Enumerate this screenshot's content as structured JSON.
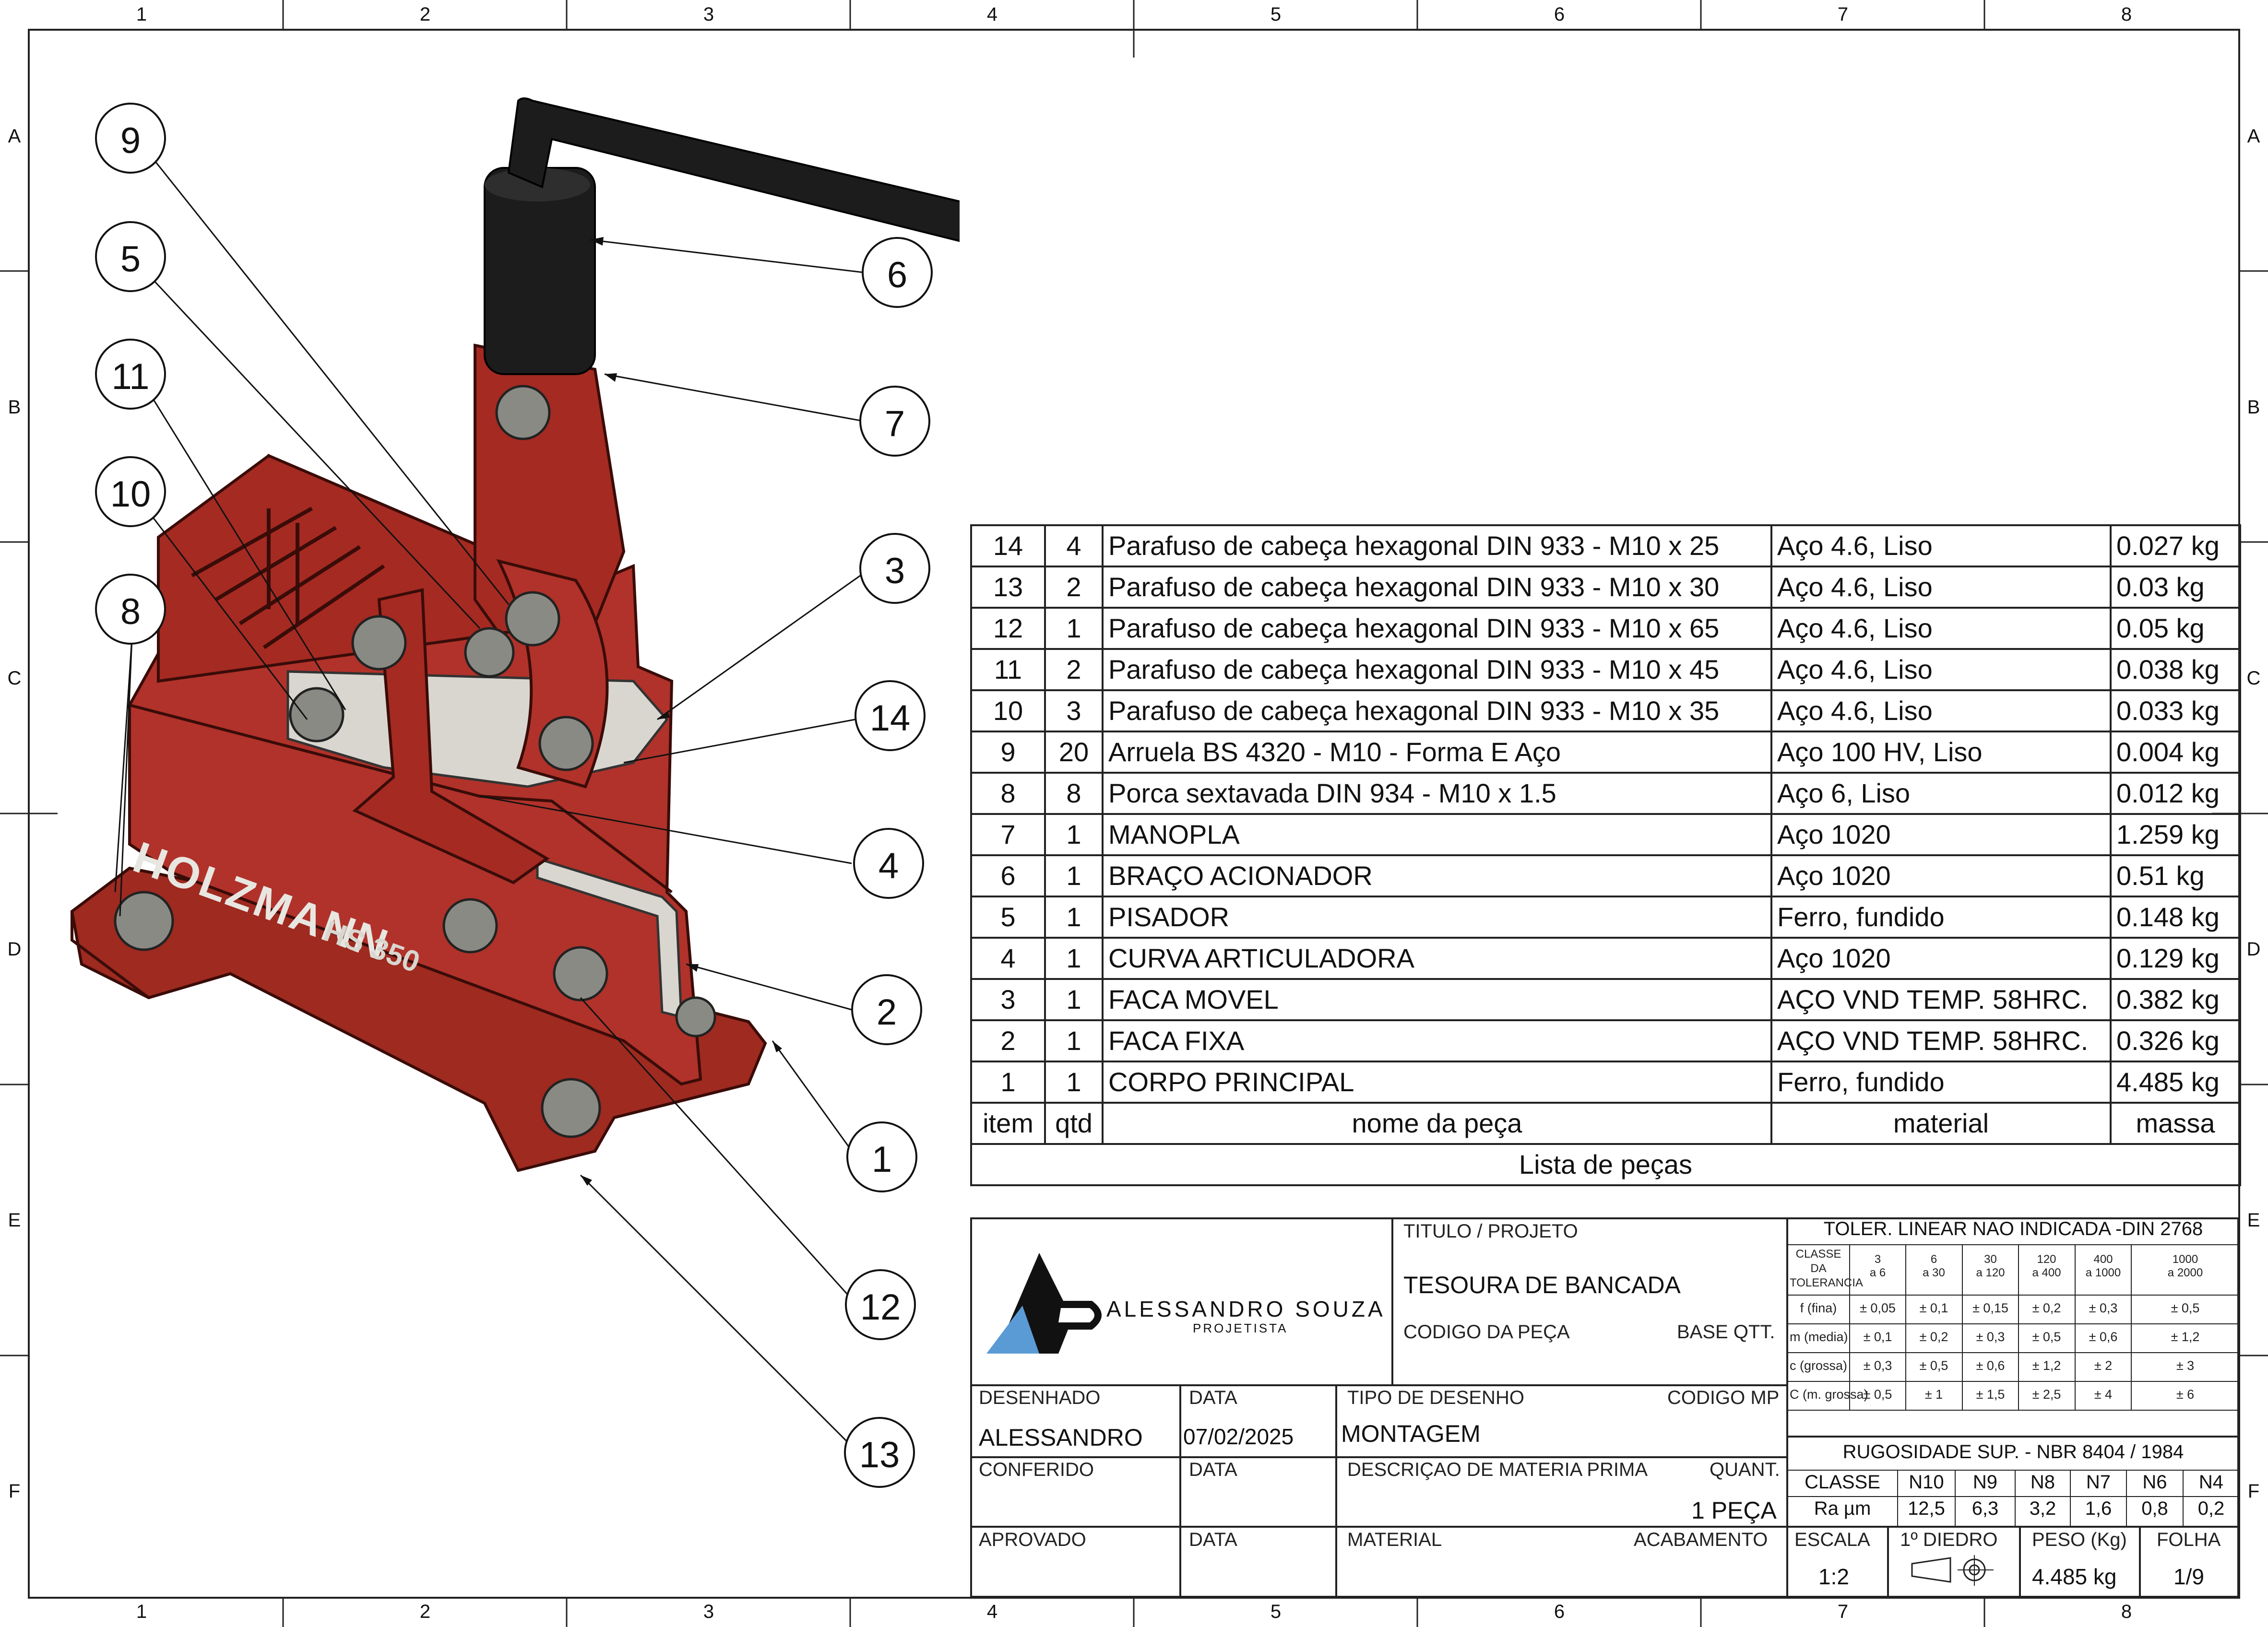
{
  "zones": {
    "columns": [
      "1",
      "2",
      "3",
      "4",
      "5",
      "6",
      "7",
      "8"
    ],
    "rows": [
      "A",
      "B",
      "C",
      "D",
      "E",
      "F"
    ]
  },
  "drawing": {
    "brand_mark": "HOLZMANN",
    "model_mark": "HS 350",
    "balloons": [
      "1",
      "2",
      "3",
      "4",
      "5",
      "6",
      "7",
      "8",
      "9",
      "10",
      "11",
      "12",
      "13",
      "14"
    ],
    "colors": {
      "body": "#a52a22",
      "handle": "#1c1c1c",
      "blade": "#d9d6cf",
      "bolt": "#8a8a84"
    }
  },
  "bom": {
    "rows": [
      {
        "item": "14",
        "qtd": "4",
        "nome": "Parafuso de cabeça hexagonal DIN 933 - M10 x 25",
        "material": "Aço 4.6, Liso",
        "massa": "0.027 kg"
      },
      {
        "item": "13",
        "qtd": "2",
        "nome": "Parafuso de cabeça hexagonal DIN 933 - M10 x 30",
        "material": "Aço 4.6, Liso",
        "massa": "0.03 kg"
      },
      {
        "item": "12",
        "qtd": "1",
        "nome": "Parafuso de cabeça hexagonal DIN 933 - M10 x 65",
        "material": "Aço 4.6, Liso",
        "massa": "0.05 kg"
      },
      {
        "item": "11",
        "qtd": "2",
        "nome": "Parafuso de cabeça hexagonal DIN 933 - M10 x 45",
        "material": "Aço 4.6, Liso",
        "massa": "0.038 kg"
      },
      {
        "item": "10",
        "qtd": "3",
        "nome": "Parafuso de cabeça hexagonal DIN 933 - M10 x 35",
        "material": "Aço 4.6, Liso",
        "massa": "0.033 kg"
      },
      {
        "item": "9",
        "qtd": "20",
        "nome": "Arruela BS 4320 - M10 - Forma E Aço",
        "material": "Aço 100 HV, Liso",
        "massa": "0.004 kg"
      },
      {
        "item": "8",
        "qtd": "8",
        "nome": "Porca sextavada DIN 934 - M10 x 1.5",
        "material": "Aço 6, Liso",
        "massa": "0.012 kg"
      },
      {
        "item": "7",
        "qtd": "1",
        "nome": "MANOPLA",
        "material": "Aço 1020",
        "massa": "1.259 kg"
      },
      {
        "item": "6",
        "qtd": "1",
        "nome": "BRAÇO ACIONADOR",
        "material": "Aço 1020",
        "massa": "0.51 kg"
      },
      {
        "item": "5",
        "qtd": "1",
        "nome": "PISADOR",
        "material": "Ferro, fundido",
        "massa": "0.148 kg"
      },
      {
        "item": "4",
        "qtd": "1",
        "nome": "CURVA  ARTICULADORA",
        "material": "Aço 1020",
        "massa": "0.129 kg"
      },
      {
        "item": "3",
        "qtd": "1",
        "nome": "FACA MOVEL",
        "material": "AÇO VND TEMP. 58HRC.",
        "massa": "0.382 kg"
      },
      {
        "item": "2",
        "qtd": "1",
        "nome": "FACA FIXA",
        "material": "AÇO VND TEMP. 58HRC.",
        "massa": "0.326 kg"
      },
      {
        "item": "1",
        "qtd": "1",
        "nome": "CORPO PRINCIPAL",
        "material": "Ferro, fundido",
        "massa": "4.485 kg"
      }
    ],
    "headers": {
      "item": "item",
      "qtd": "qtd",
      "nome": "nome da peça",
      "material": "material",
      "massa": "massa"
    },
    "caption": "Lista de peças"
  },
  "title_block": {
    "logo_name": "ALESSANDRO SOUZA",
    "logo_role": "PROJETISTA",
    "logo_colors": {
      "dark": "#111111",
      "blue": "#5b9bd5"
    },
    "titulo_label": "TITULO / PROJETO",
    "titulo_value": "TESOURA DE BANCADA",
    "codigo_peca_label": "CODIGO DA PEÇA",
    "base_qtt_label": "BASE QTT.",
    "desenhado_label": "DESENHADO",
    "desenhado_value": "ALESSANDRO",
    "data_label": "DATA",
    "data_value": "07/02/2025",
    "tipo_label": "TIPO DE DESENHO",
    "tipo_value": "MONTAGEM",
    "codigo_mp_label": "CODIGO MP",
    "conferido_label": "CONFERIDO",
    "descricao_label": "DESCRIÇAO DE MATERIA PRIMA",
    "quant_label": "QUANT.",
    "quant_value": "1 PEÇA",
    "aprovado_label": "APROVADO",
    "material_label": "MATERIAL",
    "acabamento_label": "ACABAMENTO"
  },
  "tolerance": {
    "title": "TOLER. LINEAR NAO INDICADA -DIN 2768",
    "class_header": "CLASSE DA TOLERANCIA",
    "ranges": [
      [
        "3",
        "a 6"
      ],
      [
        "6",
        "a 30"
      ],
      [
        "30",
        "a 120"
      ],
      [
        "120",
        "a 400"
      ],
      [
        "400",
        "a 1000"
      ],
      [
        "1000",
        "a 2000"
      ]
    ],
    "rows": [
      {
        "name": "f (fina)",
        "values": [
          "± 0,05",
          "± 0,1",
          "± 0,15",
          "± 0,2",
          "± 0,3",
          "± 0,5"
        ]
      },
      {
        "name": "m (media)",
        "values": [
          "± 0,1",
          "± 0,2",
          "± 0,3",
          "± 0,5",
          "± 0,6",
          "± 1,2"
        ]
      },
      {
        "name": "c (grossa)",
        "values": [
          "± 0,3",
          "± 0,5",
          "± 0,6",
          "± 1,2",
          "± 2",
          "± 3"
        ]
      },
      {
        "name": "C (m. grossa)",
        "values": [
          "± 0,5",
          "± 1",
          "± 1,5",
          "± 2,5",
          "± 4",
          "± 6"
        ]
      }
    ]
  },
  "roughness": {
    "title": "RUGOSIDADE SUP. - NBR 8404 / 1984",
    "classe_label": "CLASSE",
    "ra_label": "Ra µm",
    "classes": [
      "N10",
      "N9",
      "N8",
      "N7",
      "N6",
      "N4"
    ],
    "ra": [
      "12,5",
      "6,3",
      "3,2",
      "1,6",
      "0,8",
      "0,2"
    ]
  },
  "bottom": {
    "escala_label": "ESCALA",
    "escala_value": "1:2",
    "diedro_label": "1º DIEDRO",
    "peso_label": "PESO (Kg)",
    "peso_value": "4.485 kg",
    "folha_label": "FOLHA",
    "folha_value": "1/9"
  }
}
